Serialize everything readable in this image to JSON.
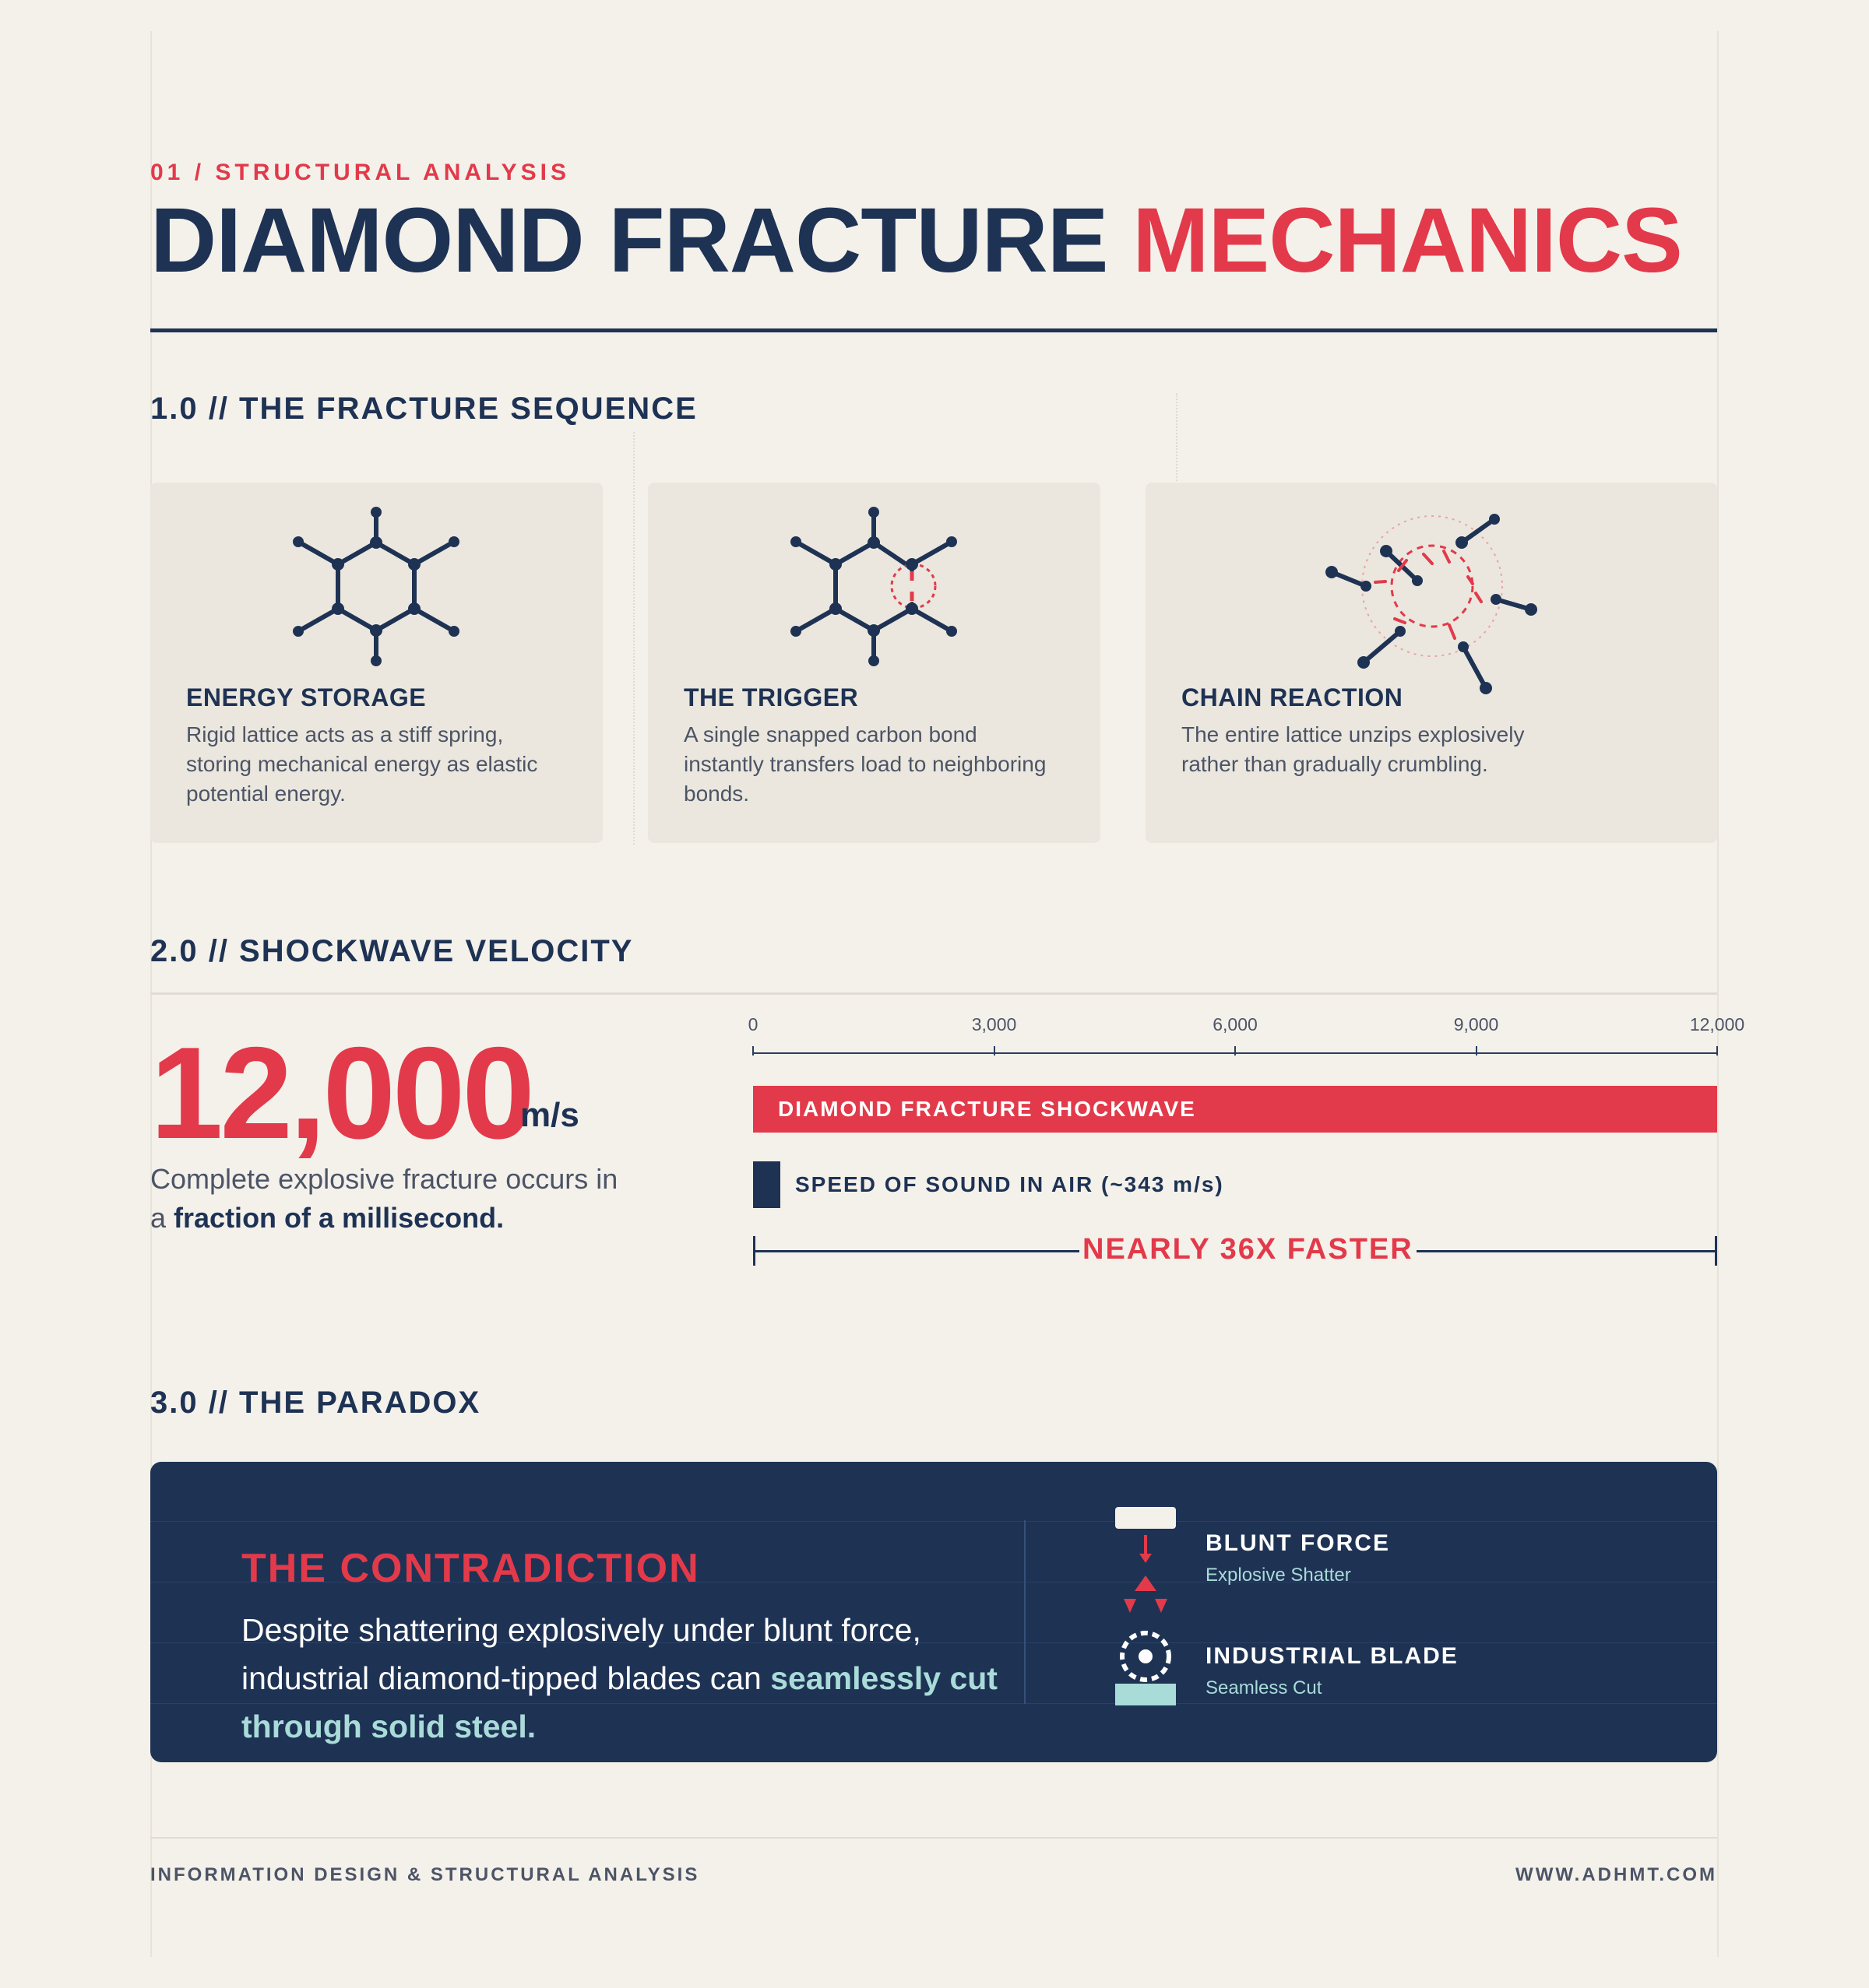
{
  "header": {
    "eyebrow": "01 / STRUCTURAL ANALYSIS",
    "title_main": "DIAMOND FRACTURE",
    "title_accent": "MECHANICS"
  },
  "section1": {
    "title": "1.0 // THE FRACTURE SEQUENCE",
    "cards": [
      {
        "title": "ENERGY STORAGE",
        "body": "Rigid lattice acts as a stiff spring, storing mechanical energy as elastic potential energy.",
        "icon": "hexagon-lattice-icon"
      },
      {
        "title": "THE TRIGGER",
        "body": "A single snapped carbon bond instantly transfers load to neighboring bonds.",
        "icon": "snapped-bond-icon"
      },
      {
        "title": "CHAIN REACTION",
        "body": "The entire lattice unzips explosively rather than gradually crumbling.",
        "icon": "shattered-lattice-icon"
      }
    ]
  },
  "section2": {
    "title": "2.0 // SHOCKWAVE VELOCITY",
    "big_number": "12,000",
    "big_unit": "m/s",
    "desc_plain": "Complete explosive fracture occurs in a ",
    "desc_bold": "fraction of a millisecond.",
    "comparison_label": "NEARLY 36X FASTER"
  },
  "chart_data": {
    "type": "bar",
    "orientation": "horizontal",
    "categories": [
      "DIAMOND FRACTURE SHOCKWAVE",
      "SPEED OF SOUND IN AIR (~343 m/s)"
    ],
    "values": [
      12000,
      343
    ],
    "xlim": [
      0,
      12000
    ],
    "ticks": [
      "0",
      "3,000",
      "6,000",
      "9,000",
      "12,000"
    ],
    "tick_values": [
      0,
      3000,
      6000,
      9000,
      12000
    ],
    "colors": [
      "#e23a4a",
      "#1e3254"
    ]
  },
  "section3": {
    "title": "3.0 // THE PARADOX",
    "card_title": "THE CONTRADICTION",
    "body_plain": "Despite shattering explosively under blunt force, industrial diamond-tipped blades can ",
    "body_highlight": "seamlessly cut through solid steel.",
    "items": [
      {
        "title": "BLUNT FORCE",
        "sub": "Explosive Shatter",
        "icon": "hammer-impact-icon"
      },
      {
        "title": "INDUSTRIAL BLADE",
        "sub": "Seamless Cut",
        "icon": "saw-blade-icon"
      }
    ]
  },
  "footer": {
    "left": "INFORMATION DESIGN & STRUCTURAL ANALYSIS",
    "right": "WWW.ADHMT.COM"
  },
  "colors": {
    "navy": "#1e3254",
    "red": "#e23a4a",
    "teal": "#a9dbd9",
    "background": "#f4f1eb",
    "card": "#ebe7de"
  }
}
